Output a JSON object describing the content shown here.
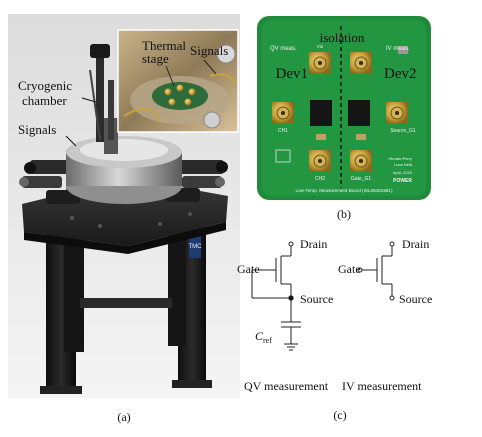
{
  "panel_a": {
    "label": "(a)",
    "callout_cryogenic": [
      "Cryogenic",
      "chamber"
    ],
    "callout_signals": "Signals",
    "inset_thermal": [
      "Thermal",
      "stage"
    ],
    "inset_signals": "Signals",
    "brand_logo_text": "TMC"
  },
  "panel_b": {
    "label": "(b)",
    "isolation": "isolation",
    "dev1": "Dev1",
    "dev2": "Dev2",
    "qv_meas": "QV meas.",
    "iv_meas": "IV meas.",
    "vin": "Vin",
    "ch1": "CH1",
    "ch2": "CH2",
    "source_g1": "Source_G1",
    "gate_g1": "Gate_G1",
    "footer": "Low-Temp. Measurement Board (ISL06481981)",
    "credits": [
      "Hirnato Perry",
      "Luca Nela",
      "April, 2020"
    ],
    "logo": "POWER"
  },
  "panel_c": {
    "label": "(c)",
    "qv": {
      "drain": "Drain",
      "gate": "Gate",
      "source": "Source",
      "cref_main": "C",
      "cref_sub": "ref",
      "caption": "QV measurement"
    },
    "iv": {
      "drain": "Drain",
      "gate": "Gate",
      "source": "Source",
      "caption": "IV measurement"
    }
  }
}
